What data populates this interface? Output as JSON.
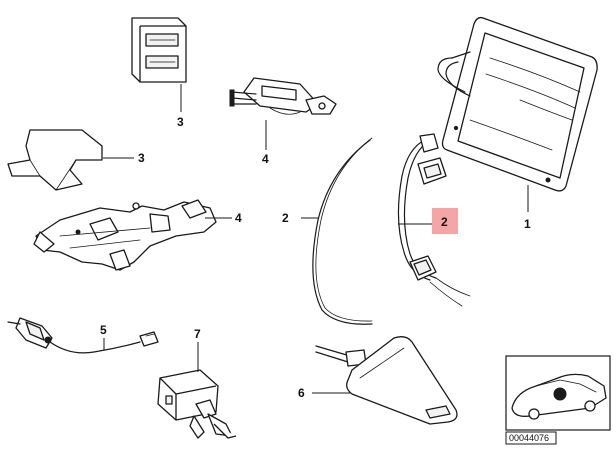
{
  "diagram": {
    "callouts": [
      {
        "id": "part-1",
        "label": "1"
      },
      {
        "id": "part-2-cable",
        "label": "2"
      },
      {
        "id": "part-2-harness",
        "label": "2",
        "highlighted": true
      },
      {
        "id": "part-3-clip",
        "label": "3"
      },
      {
        "id": "part-3-foam",
        "label": "3"
      },
      {
        "id": "part-4-connector",
        "label": "4"
      },
      {
        "id": "part-4-holder",
        "label": "4"
      },
      {
        "id": "part-5",
        "label": "5"
      },
      {
        "id": "part-6",
        "label": "6"
      },
      {
        "id": "part-7",
        "label": "7"
      }
    ],
    "highlight_color": "#f4a6a6",
    "inset": {
      "code": "00044076"
    }
  }
}
